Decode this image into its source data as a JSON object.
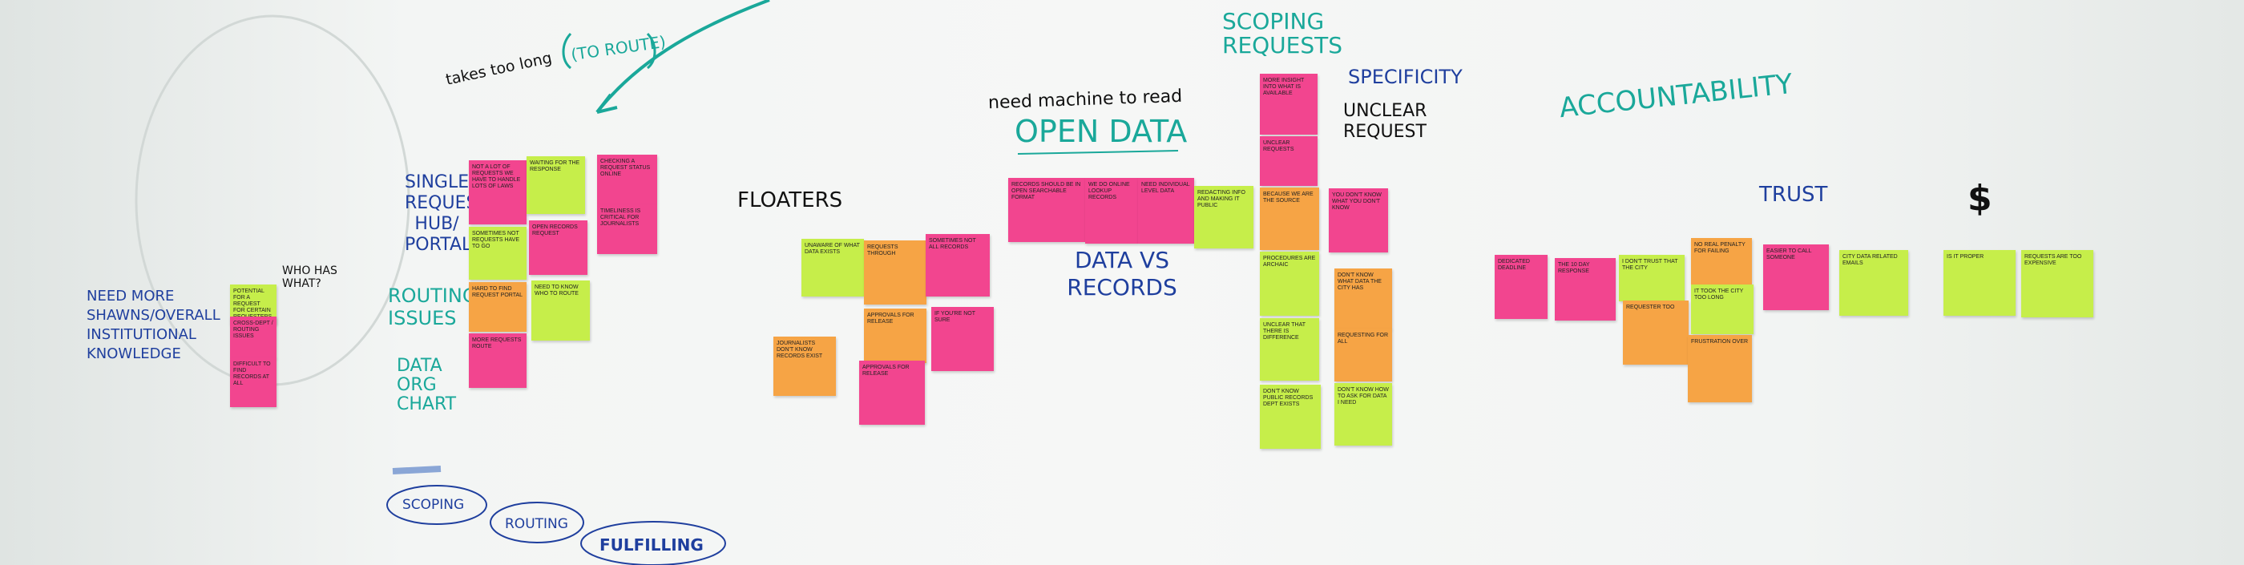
{
  "headings": {
    "takes_too_long": "takes too long",
    "to_route": "(TO ROUTE)",
    "scoping_requests": "SCOPING REQUESTS",
    "specificity": "SPECIFICITY",
    "unclear_request": "UNCLEAR REQUEST",
    "need_machine": "need machine to read",
    "open_data": "OPEN DATA",
    "accountability": "ACCOUNTABILITY",
    "single_request": "SINGLE REQUEST HUB/ PORTAL",
    "routing_issues": "ROUTING ISSUES",
    "data_org_chart": "DATA ORG CHART",
    "floaters": "FLOATERS",
    "data_vs_records": "DATA VS RECORDS",
    "trust": "TRUST",
    "dollar": "$",
    "who_has_what": "WHO HAS WHAT?",
    "need_more": "NEED MORE SHAWNS/OVERALL INSTITUTIONAL KNOWLEDGE",
    "scoping": "SCOPING",
    "routing": "ROUTING",
    "fulfilling": "FULFILLING"
  },
  "notes": {
    "n1": "Potential for a request for certain requesters",
    "n2": "Cross-Dept / Routing Issues",
    "n3": "Difficult to find records at all",
    "n4": "Not a lot of requests we have to handle lots of laws",
    "n5": "Waiting for the response",
    "n6": "Checking a request status online",
    "n7": "Timeliness is critical for journalists",
    "n8": "Sometimes not requests have to go",
    "n9": "Open records request",
    "n10": "Hard to find request portal",
    "n11": "More requests route",
    "n12": "Need to know who to route",
    "n13": "Unaware of what data exists",
    "n14": "Sometimes not all records",
    "n15": "Journalists don't know records exist",
    "n16": "Requests through",
    "n17": "Approvals for release",
    "n18": "If you're not sure",
    "n19": "Records should be in open searchable format",
    "n20": "We do online lookup records",
    "n21": "Need individual level data",
    "n22": "Redacting info and making it public",
    "n23": "More insight into what is available",
    "n24": "Unclear requests",
    "n25": "Because we are the source",
    "n26": "You don't know what you don't know",
    "n27": "Procedures are archaic",
    "n28": "Don't know what data the city has",
    "n29": "Unclear that there is difference",
    "n30": "Requesting for all",
    "n31": "Don't know public records dept exists",
    "n32": "Don't know how to ask for data I need",
    "n33": "Dedicated deadline",
    "n34": "The 10 day response",
    "n35": "I don't trust that the city",
    "n36": "Requester too",
    "n37": "No real penalty for failing",
    "n38": "It took the city too long",
    "n39": "Frustration over",
    "n40": "Easier to call someone",
    "n41": "City data related emails",
    "n42": "Is it proper",
    "n43": "Requests are too expensive"
  },
  "colors": {
    "pink": "#f2458f",
    "green": "#c6ee4a",
    "orange": "#f6a445",
    "teal_marker": "#1aa89a",
    "blue_marker": "#1f3f9e"
  }
}
